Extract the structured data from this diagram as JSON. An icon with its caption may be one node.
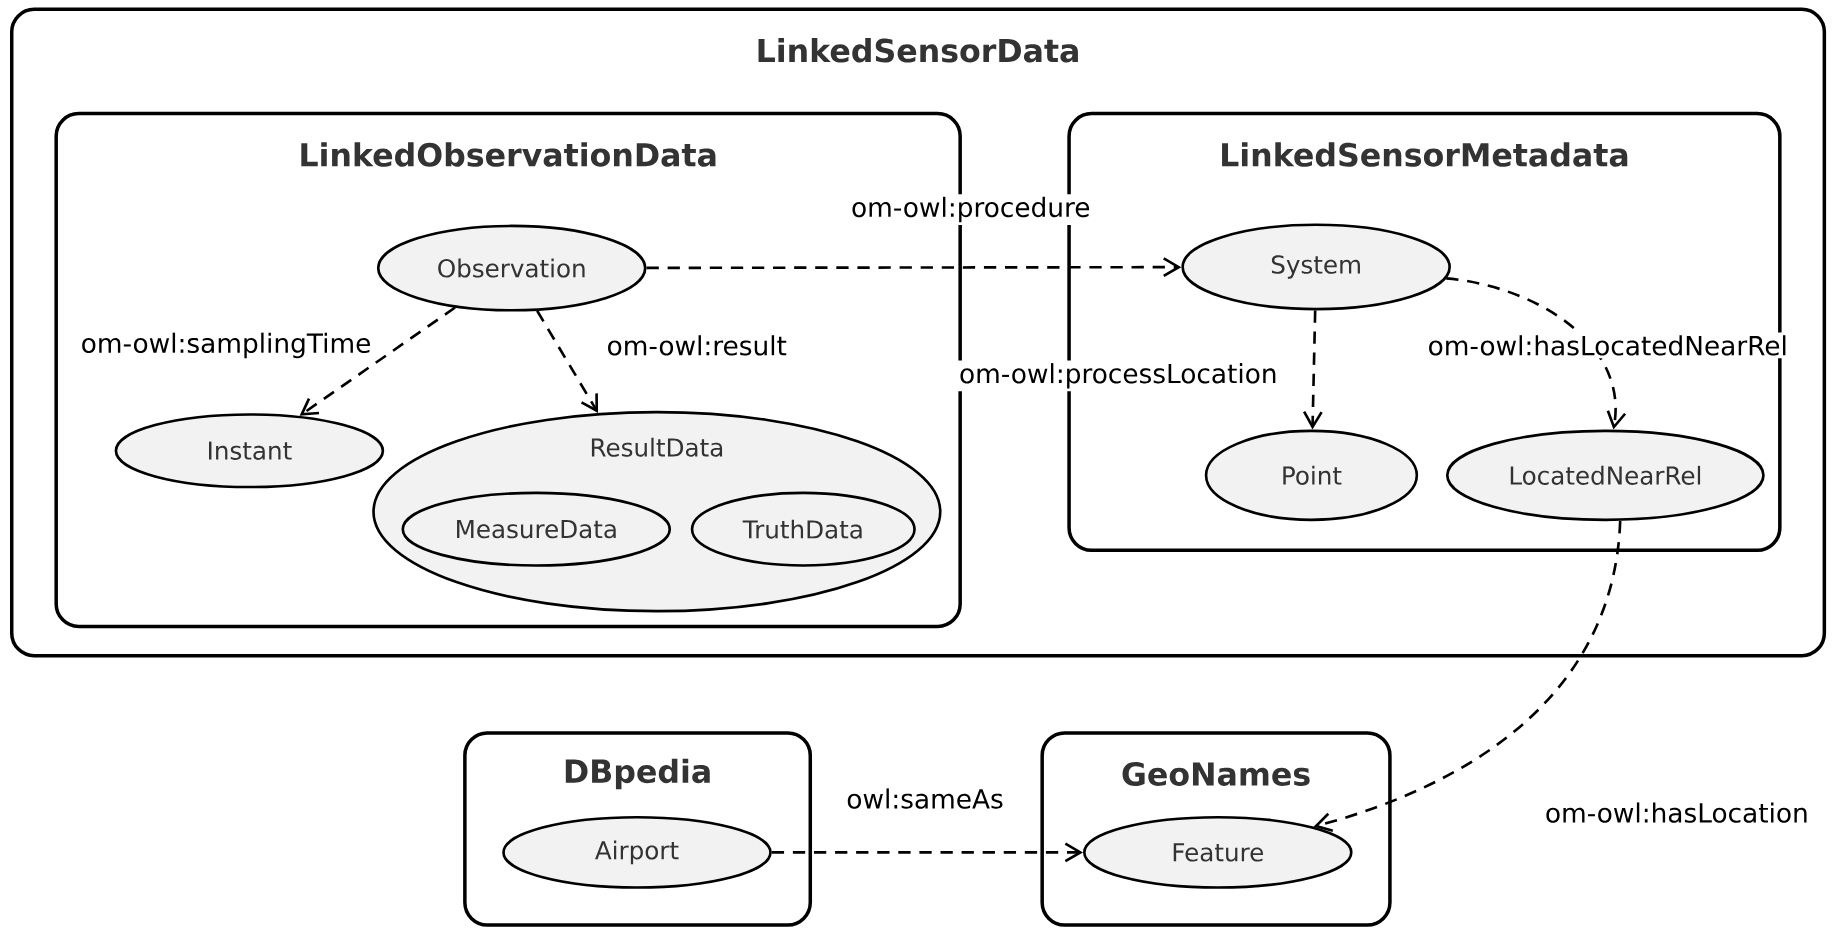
{
  "diagram": {
    "nodes": [
      {
        "text": [
          "LinkedSensorData"
        ]
      },
      {
        "text": [
          "LinkedObservationData"
        ],
        "in": 0
      },
      {
        "text": [
          "Observation"
        ],
        "in": 1
      },
      {
        "text": [
          "Instant"
        ],
        "in": 1
      },
      {
        "text": [
          "ResultData"
        ],
        "in": 1
      },
      {
        "text": [
          "MeasureData"
        ],
        "in": 4
      },
      {
        "text": [
          "TruthData"
        ],
        "in": 4
      },
      {
        "text": [
          "LinkedSensorMetadata"
        ],
        "in": 0
      },
      {
        "text": [
          "System"
        ],
        "in": 7
      },
      {
        "text": [
          "Point"
        ],
        "in": 7
      },
      {
        "text": [
          "LocatedNearRel"
        ],
        "in": 7
      },
      {
        "text": [
          "DBpedia"
        ]
      },
      {
        "text": [
          "Airport"
        ],
        "in": 11
      },
      {
        "text": [
          "GeoNames"
        ]
      },
      {
        "text": [
          "Feature"
        ],
        "in": 13
      }
    ],
    "edges": [
      {
        "from": 2,
        "to": 8,
        "arrow": "to",
        "style": "dashed",
        "label": "om-owl:procedure"
      },
      {
        "from": 2,
        "to": 3,
        "arrow": "to",
        "style": "dashed",
        "label": "om-owl:samplingTime"
      },
      {
        "from": 2,
        "to": 4,
        "arrow": "to",
        "style": "dashed",
        "label": "om-owl:result"
      },
      {
        "from": 8,
        "to": 9,
        "arrow": "to",
        "style": "dashed",
        "label": "om-owl:processLocation"
      },
      {
        "from": 8,
        "to": 10,
        "arrow": "to",
        "style": "dashed",
        "label": "om-owl:hasLocatedNearRel"
      },
      {
        "from": 10,
        "to": 14,
        "arrow": "to",
        "style": "dashed",
        "label": "om-owl:hasLocation"
      },
      {
        "from": 12,
        "to": 14,
        "arrow": "to",
        "style": "dashed",
        "label": "owl:sameAs"
      }
    ]
  }
}
